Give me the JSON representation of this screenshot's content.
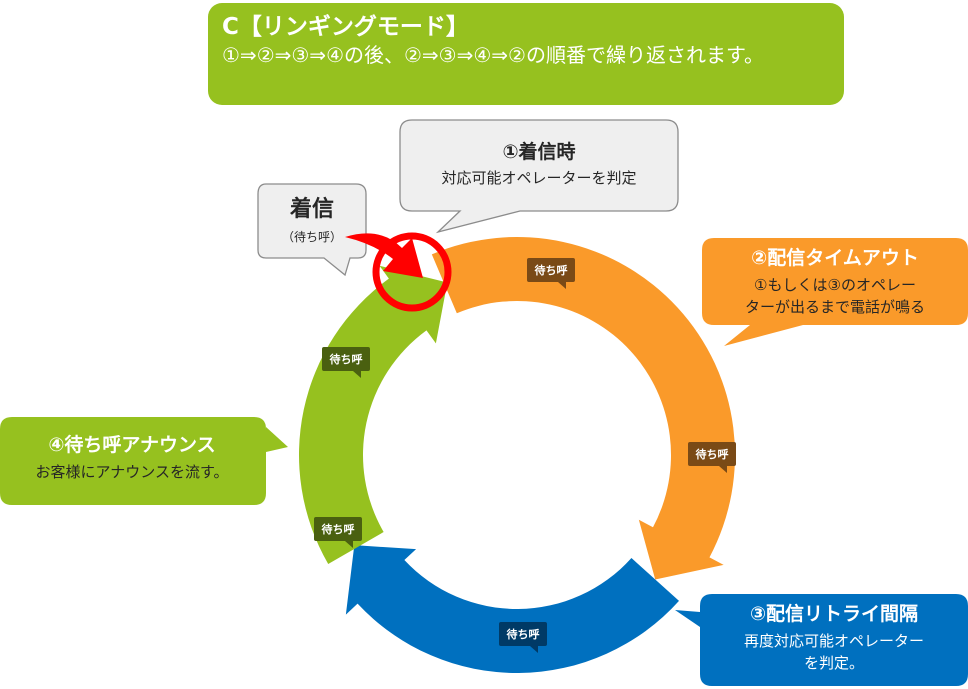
{
  "title_box": {
    "heading": "C【リンギングモード】",
    "body": "①⇒②⇒③⇒④の後、②⇒③⇒④⇒②の順番で繰り返されます。"
  },
  "incoming_bubble": {
    "title": "着信",
    "subtitle": "（待ち呼）"
  },
  "step1_bubble": {
    "title": "①着信時",
    "body": "対応可能オペレーターを判定"
  },
  "step2_bubble": {
    "title": "②配信タイムアウト",
    "body_line1": "①もしくは③のオペレー",
    "body_line2": "ターが出るまで電話が鳴る"
  },
  "step3_bubble": {
    "title": "③配信リトライ間隔",
    "body_line1": "再度対応可能オペレーター",
    "body_line2": "を判定。"
  },
  "step4_bubble": {
    "title": "④待ち呼アナウンス",
    "body": "お客様にアナウンスを流す。"
  },
  "queue_tags": {
    "orange_top": "待ち呼",
    "orange_right": "待ち呼",
    "blue_bottom": "待ち呼",
    "green_lower": "待ち呼",
    "green_upper": "待ち呼"
  },
  "colors": {
    "green": "#96c11f",
    "green_dark": "#4a6010",
    "orange": "#fa9a2a",
    "orange_dark": "#7a4a16",
    "blue": "#0070bf",
    "blue_dark": "#003a66",
    "red": "#ff0000",
    "gray_bubble": "#efefef",
    "gray_border": "#8c8c8c"
  }
}
